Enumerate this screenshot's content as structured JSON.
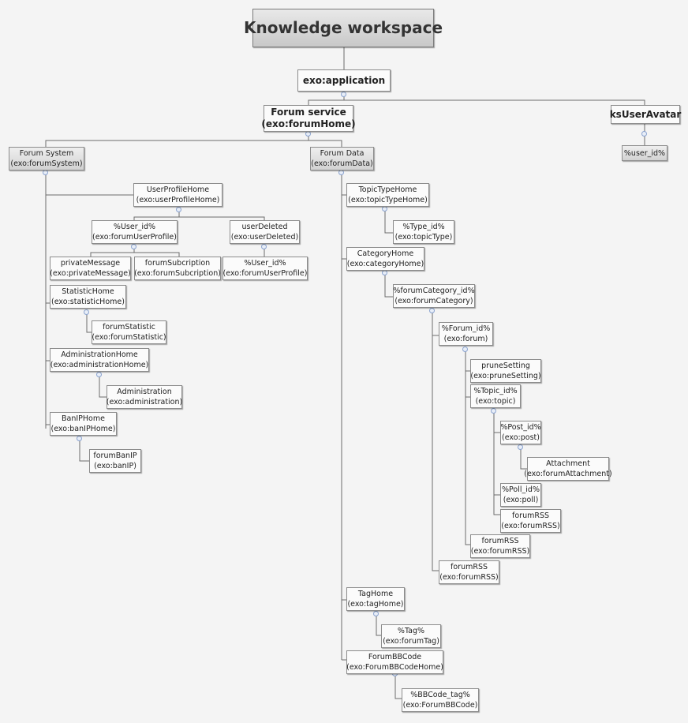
{
  "diagram": {
    "root": {
      "title": "Knowledge workspace"
    },
    "application": {
      "line1": "exo:application"
    },
    "forum_service": {
      "line1": "Forum service",
      "line2": "(exo:forumHome)"
    },
    "ks_user_avatar": {
      "line1": "ksUserAvatar"
    },
    "avatar_user_id": {
      "line1": "%user_id%"
    },
    "forum_system": {
      "line1": "Forum System",
      "line2": "(exo:forumSystem)"
    },
    "forum_data": {
      "line1": "Forum Data",
      "line2": "(exo:forumData)"
    },
    "user_profile_home": {
      "line1": "UserProfileHome",
      "line2": "(exo:userProfileHome)"
    },
    "user_id_profile": {
      "line1": "%User_id%",
      "line2": "(exo:forumUserProfile)"
    },
    "user_deleted": {
      "line1": "userDeleted",
      "line2": "(exo:userDeleted)"
    },
    "private_message": {
      "line1": "privateMessage",
      "line2": "(exo:privateMessage)"
    },
    "forum_subcription": {
      "line1": "forumSubcription",
      "line2": "(exo:forumSubcription)"
    },
    "deleted_user_id": {
      "line1": "%User_id%",
      "line2": "(exo:forumUserProfile)"
    },
    "statistic_home": {
      "line1": "StatisticHome",
      "line2": "(exo:statisticHome)"
    },
    "forum_statistic": {
      "line1": "forumStatistic",
      "line2": "(exo:forumStatistic)"
    },
    "administration_home": {
      "line1": "AdministrationHome",
      "line2": "(exo:administrationHome)"
    },
    "administration": {
      "line1": "Administration",
      "line2": "(exo:administration)"
    },
    "ban_ip_home": {
      "line1": "BanIPHome",
      "line2": "(exo:banIPHome)"
    },
    "forum_ban_ip": {
      "line1": "forumBanIP",
      "line2": "(exo:banIP)"
    },
    "topic_type_home": {
      "line1": "TopicTypeHome",
      "line2": "(exo:topicTypeHome)"
    },
    "type_id": {
      "line1": "%Type_id%",
      "line2": "(exo:topicType)"
    },
    "category_home": {
      "line1": "CategoryHome",
      "line2": "(exo:categoryHome)"
    },
    "forum_category_id": {
      "line1": "%forumCategory_id%",
      "line2": "(exo:forumCategory)"
    },
    "forum_id": {
      "line1": "%Forum_id%",
      "line2": "(exo:forum)"
    },
    "prune_setting": {
      "line1": "pruneSetting",
      "line2": "(exo:pruneSetting)"
    },
    "topic_id": {
      "line1": "%Topic_id%",
      "line2": "(exo:topic)"
    },
    "post_id": {
      "line1": "%Post_id%",
      "line2": "(exo:post)"
    },
    "attachment": {
      "line1": "Attachment",
      "line2": "(exo:forumAttachment)"
    },
    "poll_id": {
      "line1": "%Poll_id%",
      "line2": "(exo:poll)"
    },
    "topic_forum_rss": {
      "line1": "forumRSS",
      "line2": "(exo:forumRSS)"
    },
    "forum_forum_rss": {
      "line1": "forumRSS",
      "line2": "(exo:forumRSS)"
    },
    "category_forum_rss": {
      "line1": "forumRSS",
      "line2": "(exo:forumRSS)"
    },
    "tag_home": {
      "line1": "TagHome",
      "line2": "(exo:tagHome)"
    },
    "tag_id": {
      "line1": "%Tag%",
      "line2": "(exo:forumTag)"
    },
    "forum_bb_code": {
      "line1": "ForumBBCode",
      "line2": "(exo:ForumBBCodeHome)"
    },
    "bb_code_tag": {
      "line1": "%BBCode_tag%",
      "line2": "(exo:ForumBBCode)"
    }
  },
  "colors": {
    "connector": "#6b6b6b",
    "knob_fill": "#e8eef8",
    "knob_border": "#8aa3cf"
  }
}
